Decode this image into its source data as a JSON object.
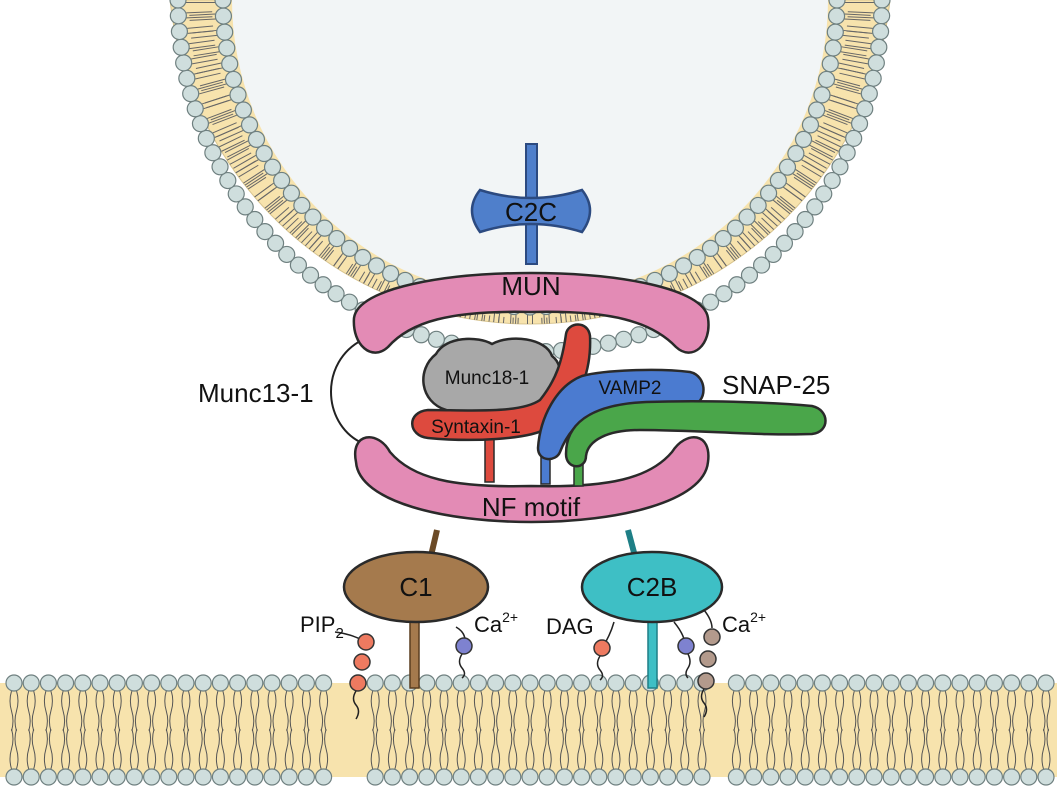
{
  "labels": {
    "c2c": "C2C",
    "mun": "MUN",
    "munc18": "Munc18-1",
    "syntaxin": "Syntaxin-1",
    "vamp2": "VAMP2",
    "snap25": "SNAP-25",
    "munc13": "Munc13-1",
    "nf_motif": "NF motif",
    "c1": "C1",
    "c2b": "C2B",
    "pip2": "PIP",
    "pip2_sub": "2",
    "dag": "DAG",
    "ca_left": "Ca",
    "ca_left_sup": "2+",
    "ca_right": "Ca",
    "ca_right_sup": "2+"
  },
  "colors": {
    "membrane_core": "#f7e3ad",
    "lipid_head": "#cfdedd",
    "lipid_outline": "#6f8080",
    "c2c": "#4f7fcb",
    "mun": "#e38bb5",
    "munc18": "#a8a8a8",
    "syntaxin": "#dd4a3e",
    "vamp2": "#4b7bd0",
    "snap25": "#4aa64a",
    "c1": "#a57a4d",
    "c2b": "#3ebfc5",
    "pip2": "#ee7a60",
    "dag": "#ee7a60",
    "calcium": "#7e82d0",
    "ca_c2b": "#b39a8c"
  }
}
